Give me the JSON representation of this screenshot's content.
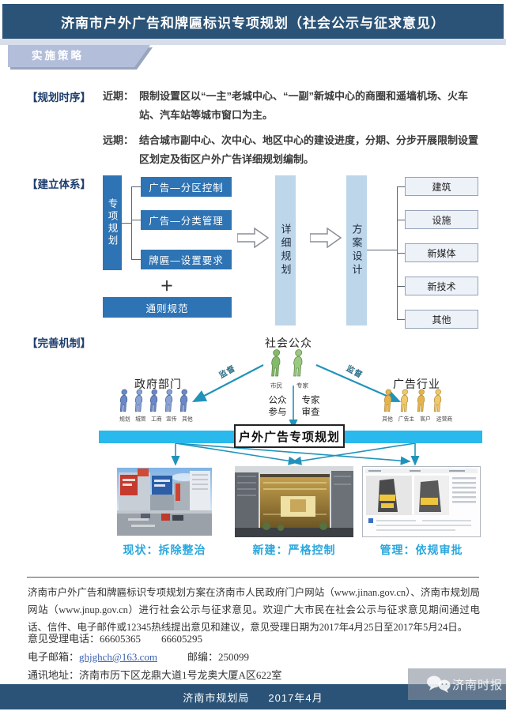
{
  "header": {
    "title": "济南市户外广告和牌匾标识专项规划（社会公示与征求意见）"
  },
  "banner": {
    "label": "实施策略"
  },
  "sections": {
    "timing": {
      "label": "【规划时序】",
      "items": [
        {
          "term": "近期：",
          "text": "限制设置区以“一主”老城中心、“一副”新城中心的商圈和遥墙机场、火车站、汽车站等城市窗口为主。"
        },
        {
          "term": "远期：",
          "text": "结合城市副中心、次中心、地区中心的建设进度，分期、分步开展限制设置区划定及街区户外广告详细规划编制。"
        }
      ]
    },
    "system": {
      "label": "【建立体系】",
      "special_plan": "专项规划",
      "sub_boxes": [
        "广告—分区控制",
        "广告—分类管理",
        "牌匾—设置要求"
      ],
      "plus": "＋",
      "general_rule": "通则规范",
      "detail_plan": "详细规划",
      "scheme_design": "方案设计",
      "categories": [
        "建筑",
        "设施",
        "新媒体",
        "新技术",
        "其他"
      ]
    },
    "mechanism": {
      "label": "【完善机制】",
      "public": {
        "title": "社会公众",
        "members": [
          "市民",
          "专家"
        ]
      },
      "government": {
        "title": "政府部门",
        "members": [
          "规划",
          "城管",
          "工商",
          "宣传",
          "其他"
        ]
      },
      "industry": {
        "title": "广告行业",
        "members": [
          "其他",
          "广告主",
          "客户",
          "运营商"
        ]
      },
      "supervise_left": "监督",
      "supervise_right": "监督",
      "participation": [
        "公众",
        "参与"
      ],
      "review": [
        "专家",
        "审查"
      ],
      "bar_label": "户外广告专项规划",
      "captions": [
        "现状：拆除整治",
        "新建：严格控制",
        "管理：依规审批"
      ]
    }
  },
  "notice": {
    "paragraph": "济南市户外广告和牌匾标识专项规划方案在济南市人民政府门户网站（www.jinan.gov.cn）、济南市规划局网站（www.jnup.gov.cn）进行社会公示与征求意见。欢迎广大市民在社会公示与征求意见期间通过电话、信件、电子邮件或12345热线提出意见和建议，意见受理日期为2017年4月25日至2017年5月24日。",
    "phone_label": "意见受理电话：",
    "phone1": "66605365",
    "phone2": "66605295",
    "email_label": "电子邮箱：",
    "email": "ghjghch@163.com",
    "postcode_label": "邮编：",
    "postcode": "250099",
    "address_label": "通讯地址：",
    "address": "济南市历下区龙鼎大道1号龙奥大厦A区622室"
  },
  "footer": {
    "org": "济南市规划局",
    "date": "2017年4月"
  },
  "watermark": {
    "text": "济南时报"
  },
  "colors": {
    "header_bar": "#2b5377",
    "banner": "#b3bfda",
    "flow_blue": "#2e74b5",
    "flow_light_blue": "#bdd6ea",
    "category_box": "#edf1f8",
    "cyan_bar": "#29b9ec",
    "caption_cyan": "#2aa7dd",
    "public_green": "#85b96b",
    "government_blue": "#6b87c4",
    "industry_yellow": "#e3b44e",
    "footer_bar": "#2b5377"
  }
}
